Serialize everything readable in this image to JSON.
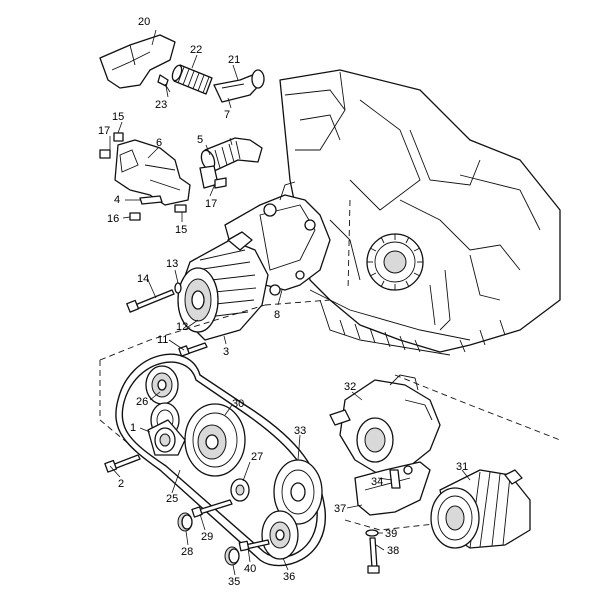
{
  "callouts": {
    "c1": "1",
    "c2": "2",
    "c3": "3",
    "c4": "4",
    "c5": "5",
    "c6": "6",
    "c7": "7",
    "c8": "8",
    "c11": "11",
    "c12": "12",
    "c13": "13",
    "c14": "14",
    "c15a": "15",
    "c15b": "15",
    "c16": "16",
    "c17a": "17",
    "c17b": "17",
    "c20": "20",
    "c21": "21",
    "c22": "22",
    "c23": "23",
    "c25": "25",
    "c26": "26",
    "c27": "27",
    "c28": "28",
    "c29": "29",
    "c30": "30",
    "c31": "31",
    "c32": "32",
    "c33": "33",
    "c34": "34",
    "c35": "35",
    "c36": "36",
    "c37": "37",
    "c38": "38",
    "c39": "39",
    "c40": "40"
  }
}
